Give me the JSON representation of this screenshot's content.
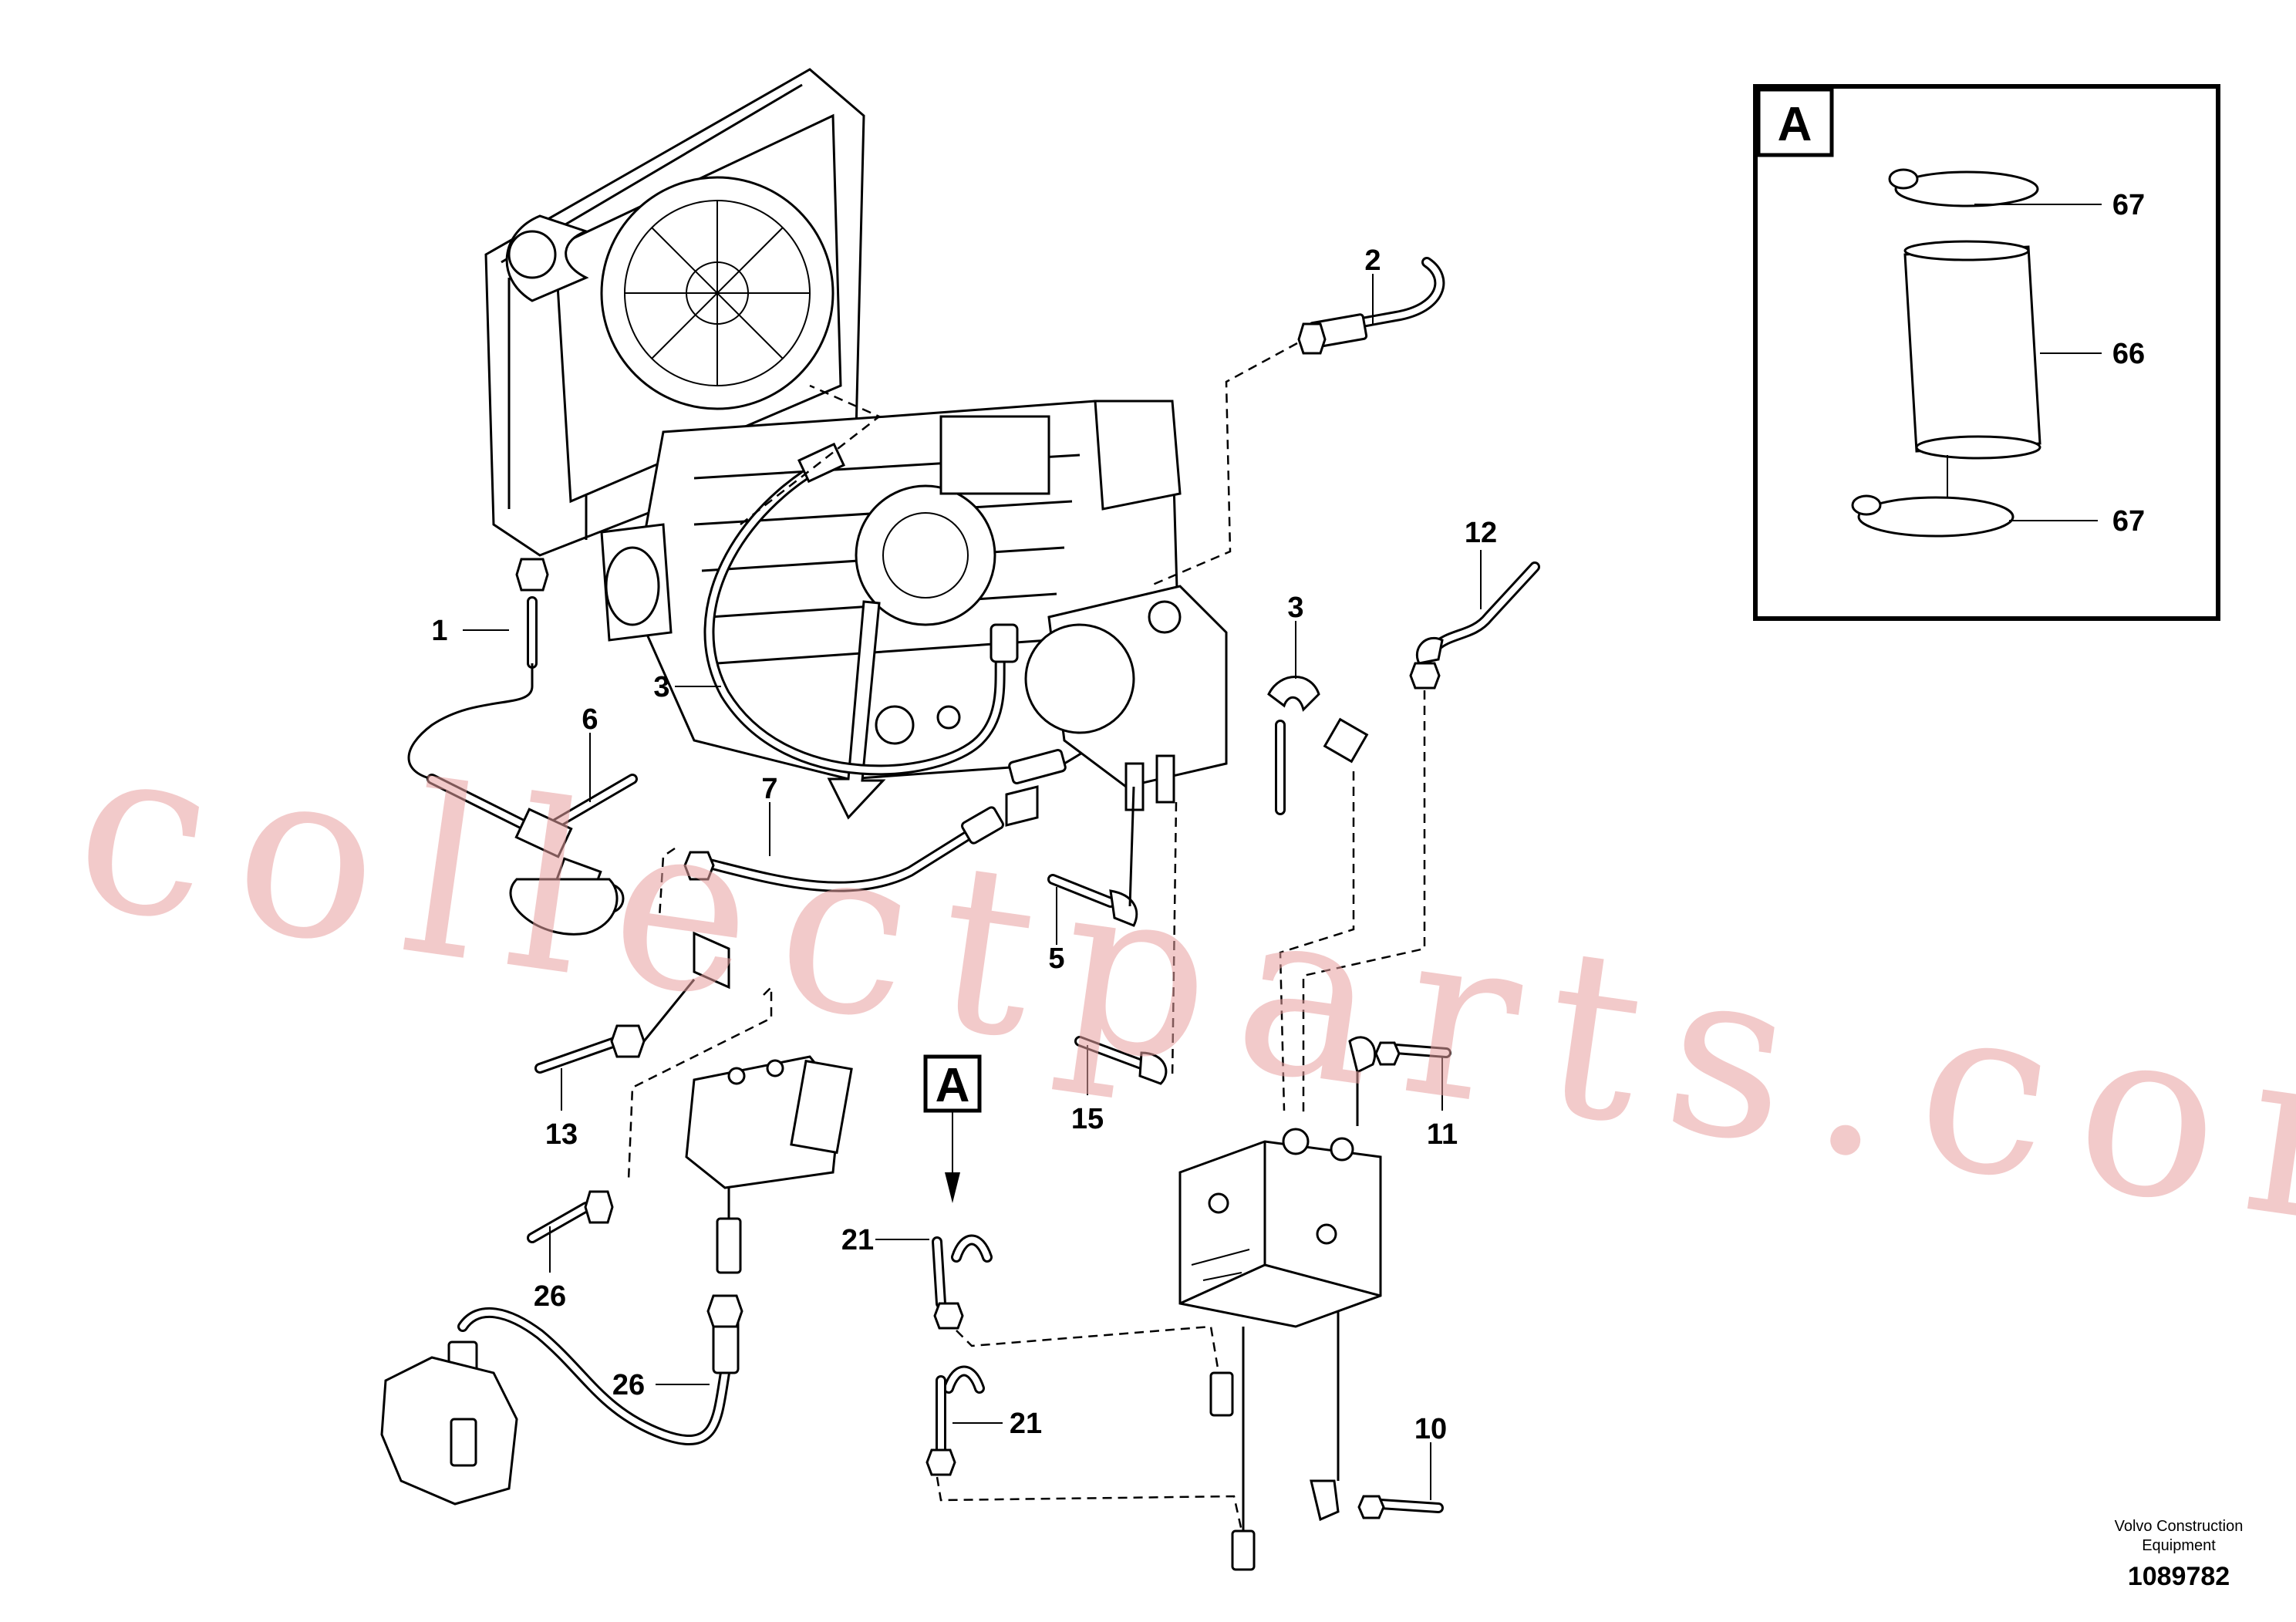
{
  "callouts": {
    "c1": "1",
    "c2": "2",
    "c3a": "3",
    "c3b": "3",
    "c5": "5",
    "c6": "6",
    "c7": "7",
    "c10": "10",
    "c11": "11",
    "c12": "12",
    "c13": "13",
    "c15": "15",
    "c21a": "21",
    "c21b": "21",
    "c26a": "26",
    "c26b": "26",
    "c66": "66",
    "c67a": "67",
    "c67b": "67"
  },
  "detail_marker": "A",
  "inset": {
    "label": "A"
  },
  "credit": {
    "line1": "Volvo Construction",
    "line2": "Equipment"
  },
  "drawing_number": "1089782",
  "watermark": "collectparts.com"
}
